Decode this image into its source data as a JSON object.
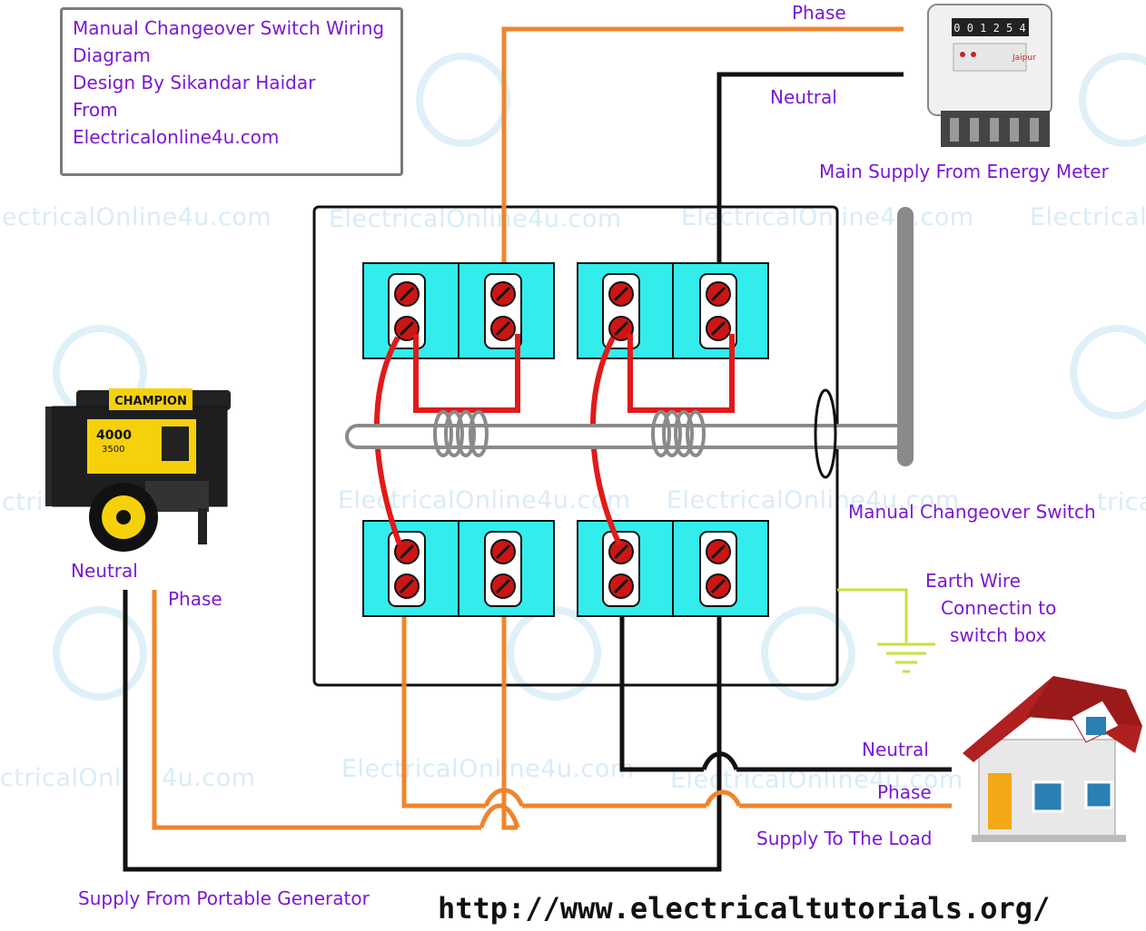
{
  "title_box": {
    "line1": "Manual Changeover Switch Wiring",
    "line2": "Diagram",
    "line3": "Design By Sikandar Haidar",
    "line4": "From",
    "line5": "Electricalonline4u.com"
  },
  "labels": {
    "phase_top": "Phase",
    "neutral_top": "Neutral",
    "main_supply": "Main Supply From Energy Meter",
    "changeover_switch": "Manual Changeover Switch",
    "earth_line1": "Earth Wire",
    "earth_line2": "Connectin to",
    "earth_line3": "switch box",
    "generator_neutral": "Neutral",
    "generator_phase": "Phase",
    "generator_supply": "Supply From Portable Generator",
    "load_neutral": "Neutral",
    "load_phase": "Phase",
    "load_supply": "Supply To The Load"
  },
  "watermark": {
    "text": "ElectricalOnline4u.com",
    "fragment_left": "ectricalOnline4u.com",
    "fragment_right": "Electrical",
    "fragment_ctri": "ctri",
    "fragment_trica": "trica",
    "fragment_box_left": "ctricalOnl",
    "fragment_box_right": "4u.com"
  },
  "meter": {
    "display": "0 0 1 2 5 4",
    "brand": "Jaipur"
  },
  "generator": {
    "brand": "CHAMPION",
    "rating_high": "4000",
    "rating_low": "3500"
  },
  "footer": {
    "url": "http://www.electricaltutorials.org/"
  },
  "colors": {
    "label_purple": "#7a18d6",
    "phase_orange": "#f0842c",
    "neutral_black": "#111111",
    "link_red": "#e11a1a",
    "terminal_cyan": "#33ecec",
    "earth_green": "#c6e23c",
    "watermark_blue": "#d9ecf6"
  }
}
